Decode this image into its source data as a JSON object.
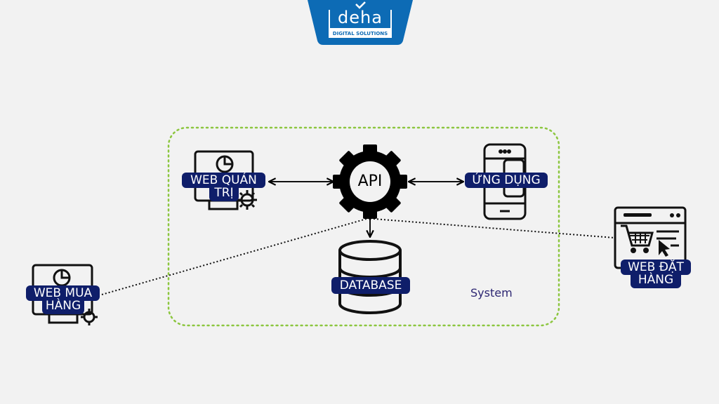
{
  "logo": {
    "brand": "deha",
    "tagline": "DIGITAL SOLUTIONS",
    "color": "#0d6bb5"
  },
  "boundary": {
    "label": "System",
    "color": "#8cc63f"
  },
  "nodes": {
    "admin_web": {
      "label_line1": "WEB QUẢN",
      "label_line2": "TRỊ",
      "icon": "monitor-chart-gear-icon"
    },
    "api": {
      "label": "API",
      "icon": "gear-icon"
    },
    "app": {
      "label": "ỨNG DỤNG",
      "icon": "smartphone-icon"
    },
    "database": {
      "label": "DATABASE",
      "icon": "database-icon"
    },
    "shop_web": {
      "label_line1": "WEB MUA",
      "label_line2": "HÀNG",
      "icon": "monitor-chart-gear-icon"
    },
    "order_web": {
      "label_line1": "WEB ĐẶT",
      "label_line2": "HÀNG",
      "icon": "browser-cart-icon"
    }
  },
  "colors": {
    "label_bg": "#0f1e6a",
    "label_text": "#ffffff",
    "system_text": "#2d2672",
    "background": "#f2f2f2"
  },
  "connections": [
    {
      "from": "admin_web",
      "to": "api",
      "style": "solid-bidirectional"
    },
    {
      "from": "api",
      "to": "app",
      "style": "solid-bidirectional"
    },
    {
      "from": "api",
      "to": "database",
      "style": "solid-arrow"
    },
    {
      "from": "shop_web",
      "to": "api",
      "style": "dotted"
    },
    {
      "from": "api",
      "to": "order_web",
      "style": "dotted"
    }
  ]
}
